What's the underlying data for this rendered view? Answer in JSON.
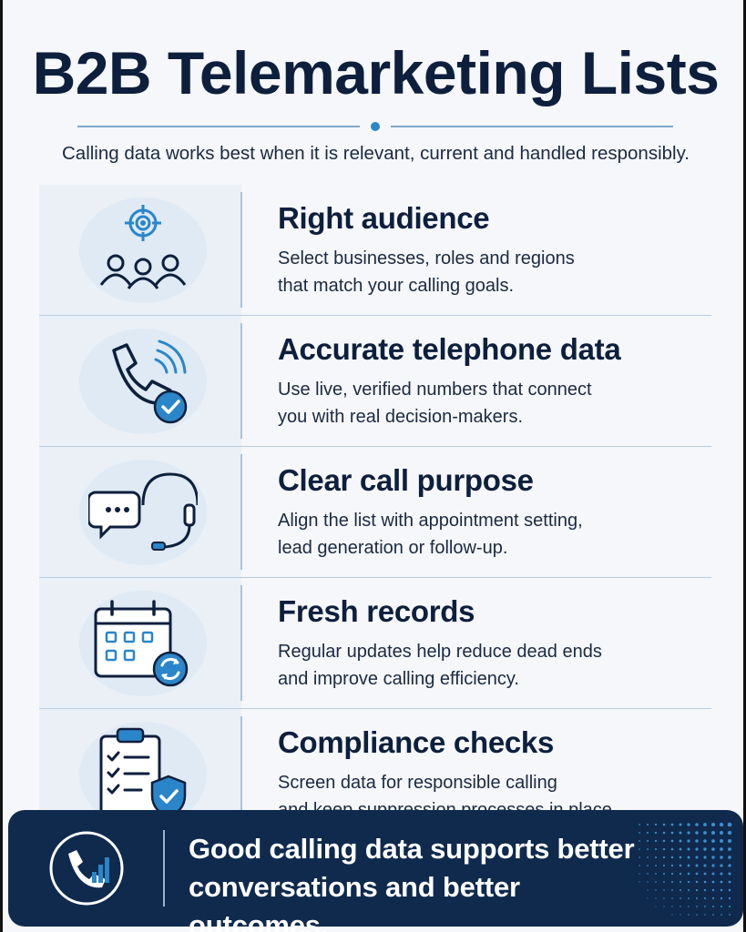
{
  "header": {
    "title": "B2B Telemarketing Lists",
    "subtitle": "Calling data works best when it is relevant, current and handled responsibly."
  },
  "items": [
    {
      "icon": "target-audience-icon",
      "title": "Right audience",
      "desc_line1": "Select businesses, roles and regions",
      "desc_line2": "that match your calling goals."
    },
    {
      "icon": "phone-verified-icon",
      "title": "Accurate telephone data",
      "desc_line1": "Use live, verified numbers that connect",
      "desc_line2": "you with real decision-makers."
    },
    {
      "icon": "chat-headset-icon",
      "title": "Clear call purpose",
      "desc_line1": "Align the list with appointment setting,",
      "desc_line2": "lead generation or follow-up."
    },
    {
      "icon": "calendar-refresh-icon",
      "title": "Fresh records",
      "desc_line1": "Regular updates help reduce dead ends",
      "desc_line2": "and improve calling efficiency."
    },
    {
      "icon": "clipboard-shield-icon",
      "title": "Compliance checks",
      "desc_line1": "Screen data for responsible calling",
      "desc_line2": "and keep suppression processes in place."
    }
  ],
  "footer": {
    "icon": "phone-chart-icon",
    "line1": "Good calling data supports better",
    "line2": "conversations and better outcomes."
  },
  "colors": {
    "navy": "#0d1f3c",
    "accent": "#2a86c8",
    "footer_bg": "#0f2a4d"
  }
}
